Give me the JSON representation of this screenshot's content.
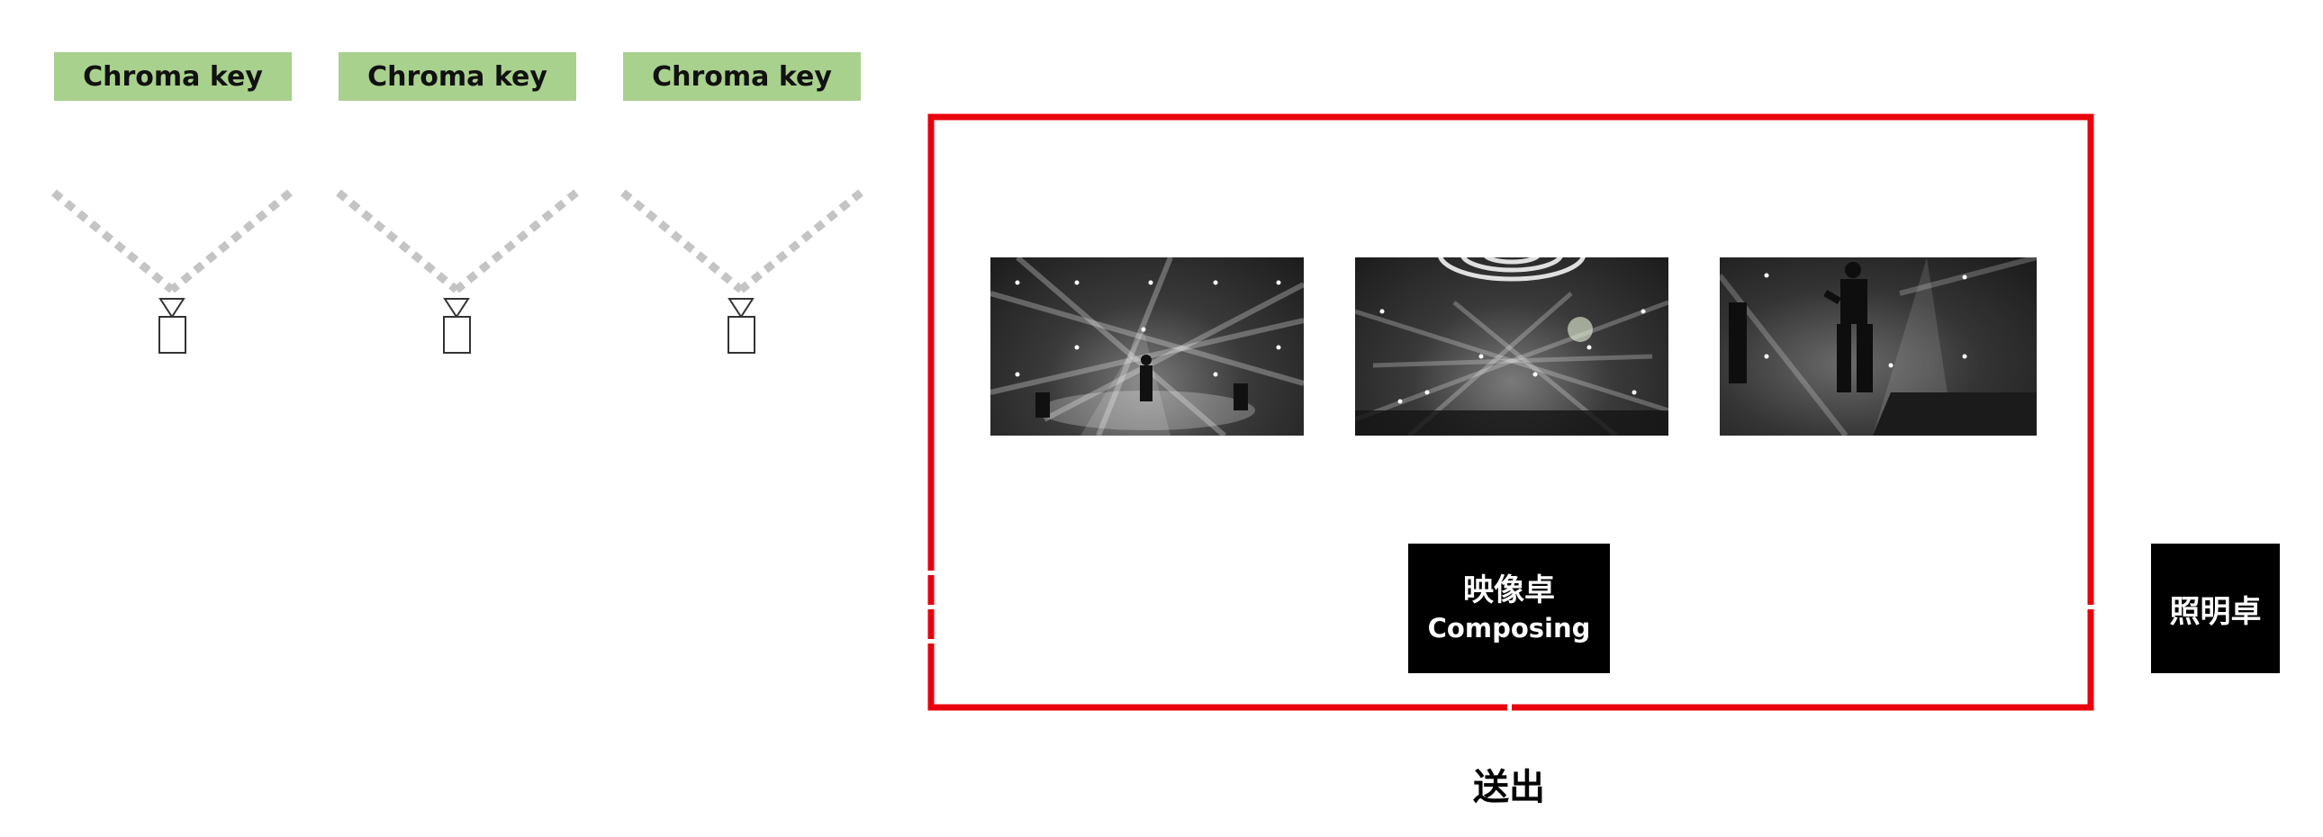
{
  "chroma_keys": [
    {
      "label": "Chroma key"
    },
    {
      "label": "Chroma key"
    },
    {
      "label": "Chroma key"
    }
  ],
  "mixer": {
    "line1": "映像卓",
    "line2": "Composing"
  },
  "lighting": {
    "label": "照明卓"
  },
  "output": {
    "label": "送出"
  },
  "colors": {
    "chroma_green": "#a9d18e",
    "frame_red": "#e8000d",
    "dotted_gray": "#c4c4c4",
    "box_black": "#000000"
  },
  "icons": [
    "camera-icon",
    "camera-icon",
    "camera-icon"
  ]
}
